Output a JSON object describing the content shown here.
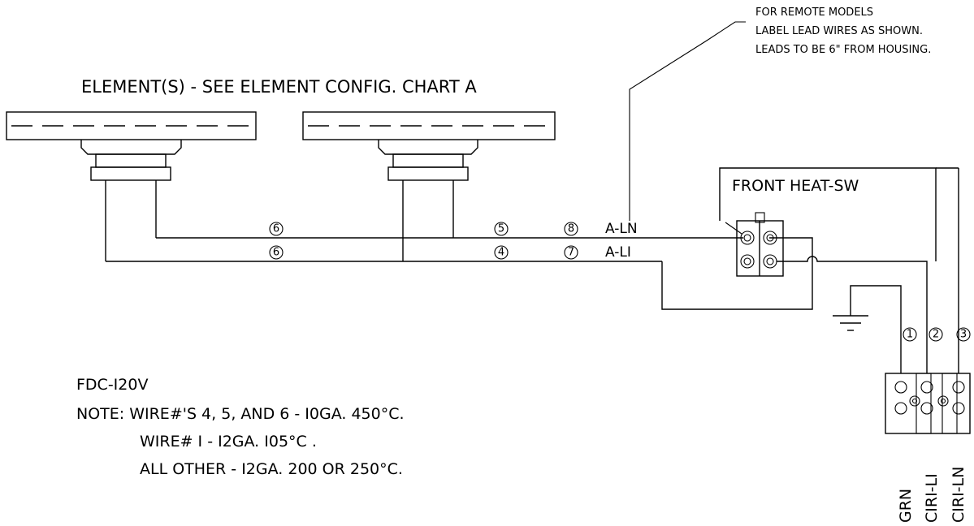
{
  "header": {
    "elements_label": "ELEMENT(S) - SEE ELEMENT CONFIG. CHART A",
    "remote_note": [
      "FOR REMOTE MODELS",
      "LABEL LEAD WIRES AS SHOWN.",
      "LEADS TO BE 6\" FROM HOUSING."
    ]
  },
  "switch": {
    "label": "FRONT HEAT-SW"
  },
  "leads": {
    "ln_label": "A-LN",
    "li_label": "A-LI"
  },
  "wire_numbers": {
    "w6_top": "6",
    "w6_bottom": "6",
    "w5": "5",
    "w4": "4",
    "w8": "8",
    "w7": "7",
    "w1": "1",
    "w2": "2",
    "w3": "3"
  },
  "terminal_labels": [
    "GRN",
    "CIRI-LI",
    "CIRI-LN"
  ],
  "notes": {
    "model": "FDC-I20V",
    "line1": "NOTE: WIRE#'S 4, 5, AND 6 - I0GA. 450°C.",
    "line2": "WIRE# I - I2GA. I05°C .",
    "line3": "ALL OTHER - I2GA. 200 OR 250°C."
  }
}
